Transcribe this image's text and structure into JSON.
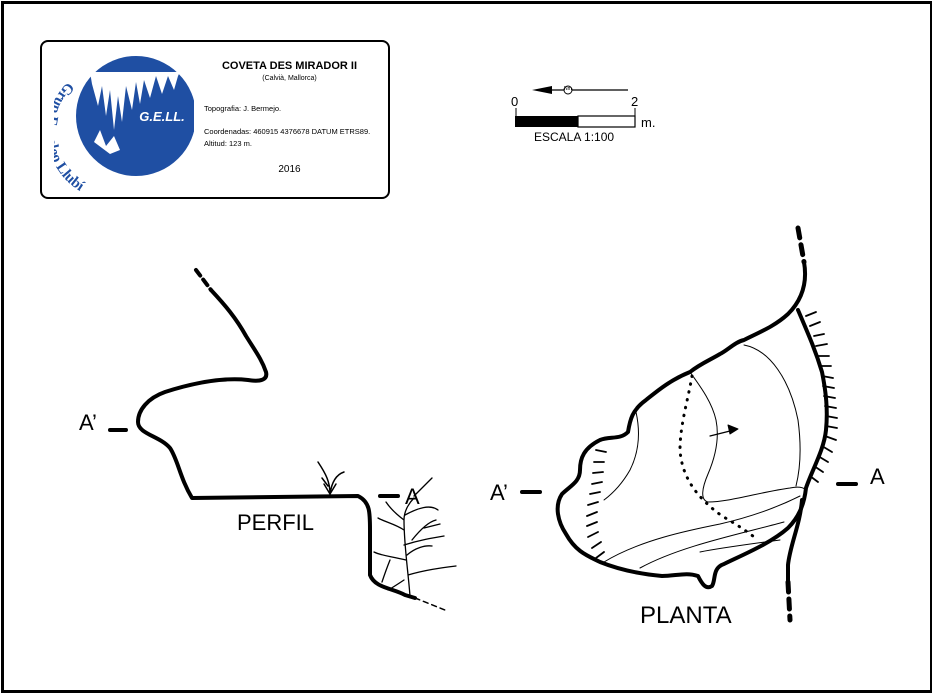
{
  "header": {
    "title": "COVETA DES MIRADOR II",
    "location": "(Calvià, Mallorca)",
    "topography": "Topografia: J. Bermejo.",
    "coordinates": "Coordenadas:  460915 4376678 DATUM ETRS89.",
    "altitude": "Altitud: 123 m.",
    "year": "2016"
  },
  "logo": {
    "acronym": "G.E.LL.",
    "name": "Grup Espeleo Llubí",
    "color": "#1f4fa3"
  },
  "scale": {
    "start": "0",
    "end": "2",
    "unit": "m.",
    "label": "ESCALA 1:100",
    "north_label": "Nm"
  },
  "perfil": {
    "title": "PERFIL",
    "section_left": "A’",
    "section_right": "A"
  },
  "planta": {
    "title": "PLANTA",
    "section_left": "A’",
    "section_right": "A"
  }
}
